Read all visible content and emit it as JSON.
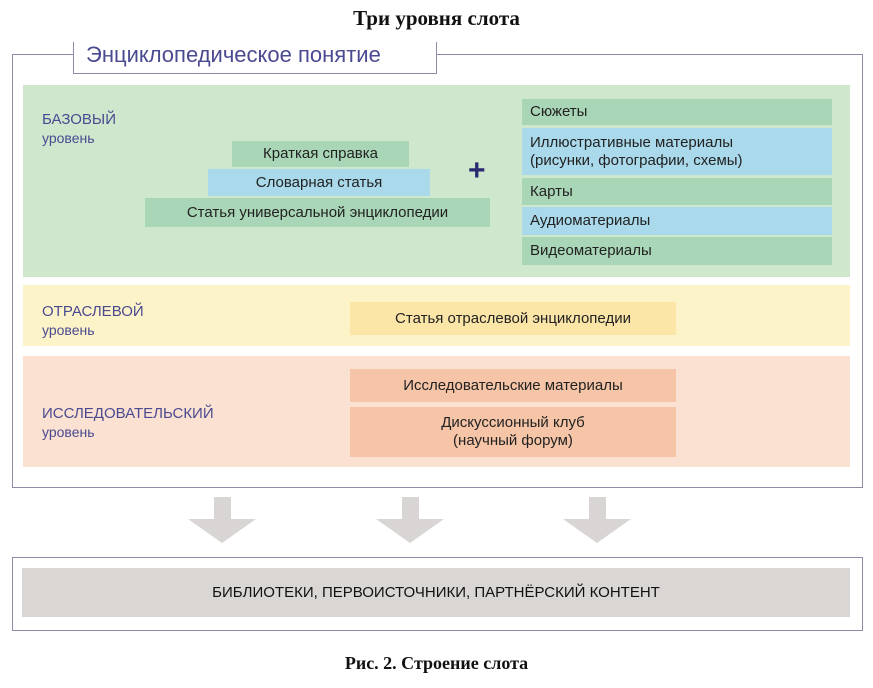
{
  "title": "Три уровня слота",
  "frame_label": "Энциклопедическое понятие",
  "basic": {
    "level_name": "БАЗОВЫЙ",
    "level_word": "уровень",
    "stack": [
      "Краткая справка",
      "Словарная статья",
      "Статья универсальной энциклопедии"
    ],
    "plus": "+",
    "materials": [
      "Сюжеты",
      "Иллюстративные материалы\n(рисунки, фотографии, схемы)",
      "Карты",
      "Аудиоматериалы",
      "Видеоматериалы"
    ]
  },
  "branch": {
    "level_name": "ОТРАСЛЕВОЙ",
    "level_word": "уровень",
    "box": "Статья отраслевой энциклопедии"
  },
  "research": {
    "level_name": "ИССЛЕДОВАТЕЛЬСКИЙ",
    "level_word": "уровень",
    "box1": "Исследовательские материалы",
    "box2_line1": "Дискуссионный клуб",
    "box2_line2": "(научный форум)"
  },
  "sources": "БИБЛИОТЕКИ, ПЕРВОИСТОЧНИКИ, ПАРТНЁРСКИЙ КОНТЕНТ",
  "caption": "Рис. 2. Строение слота",
  "colors": {
    "green_panel": "#cfe7cd",
    "yellow_panel": "#fdf3c9",
    "orange_panel": "#fbe1d2",
    "level_text": "#4a4a90"
  }
}
